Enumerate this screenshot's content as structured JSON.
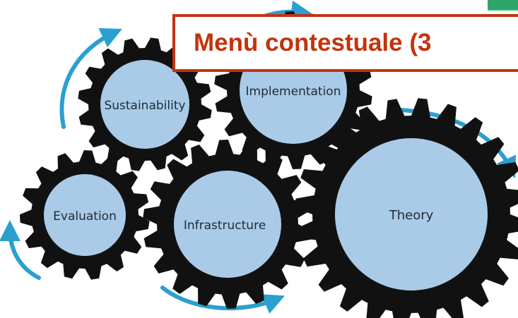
{
  "callout": {
    "title": "Menù contestuale (3"
  },
  "gears": [
    {
      "id": "sustainability",
      "label": "Sustainability"
    },
    {
      "id": "implementation",
      "label": "Implementation"
    },
    {
      "id": "evaluation",
      "label": "Evaluation"
    },
    {
      "id": "infrastructure",
      "label": "Infrastructure"
    },
    {
      "id": "theory",
      "label": "Theory"
    }
  ],
  "colors": {
    "gear_teeth": "#111111",
    "gear_face": "#a9cbe8",
    "arrows": "#2b9fd0",
    "callout_accent": "#c3330e",
    "corner_tab": "#2ea56a"
  },
  "icons": {
    "arrow": "curved-arrow-icon"
  }
}
